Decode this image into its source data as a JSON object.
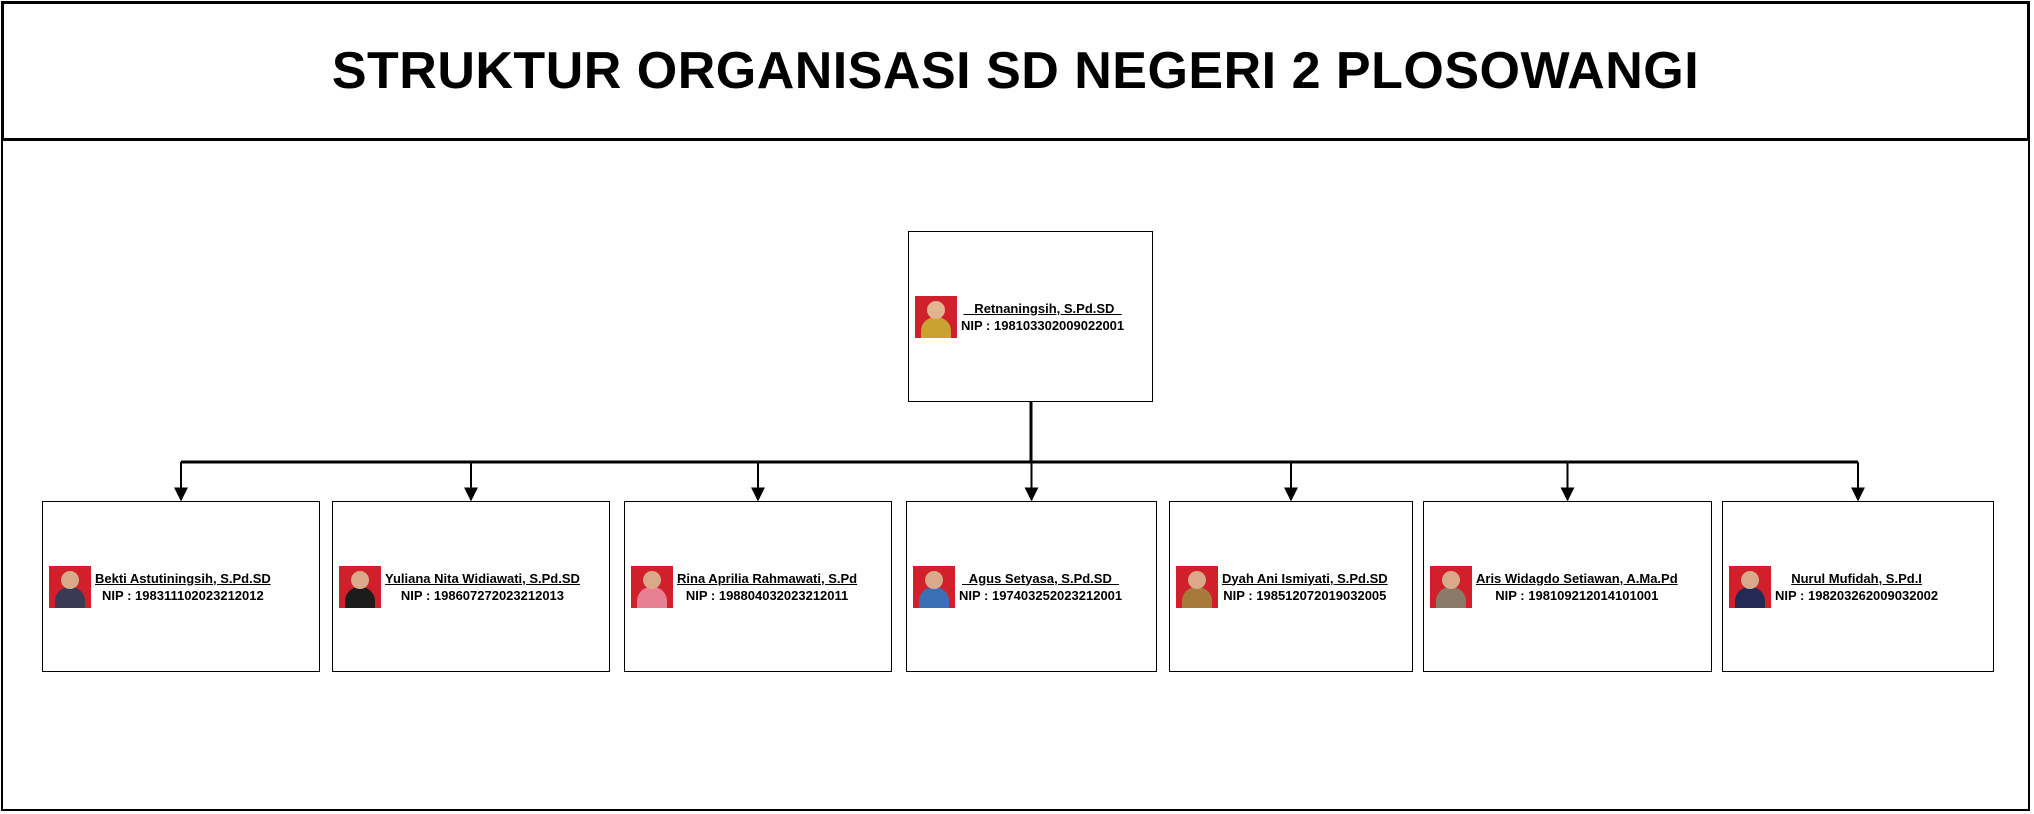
{
  "title": "STRUKTUR ORGANISASI SD NEGERI 2 PLOSOWANGI",
  "colors": {
    "photo_bg": "#d0202c",
    "line": "#000000"
  },
  "head": {
    "name": "   Retnaningsih, S.Pd.SD  ",
    "nip": "NIP : 198103302009022001",
    "photo_icon": "person-photo",
    "attire": "#c9a22f"
  },
  "staff": [
    {
      "name": "Bekti Astutiningsih, S.Pd.SD",
      "nip": "NIP : 198311102023212012",
      "photo_icon": "person-photo",
      "attire": "#3a3a55"
    },
    {
      "name": "Yuliana Nita Widiawati, S.Pd.SD",
      "nip": "NIP : 198607272023212013",
      "photo_icon": "person-photo",
      "attire": "#1c1c1c"
    },
    {
      "name": "Rina Aprilia Rahmawati, S.Pd",
      "nip": "NIP : 198804032023212011",
      "photo_icon": "person-photo",
      "attire": "#e87f93"
    },
    {
      "name": "  Agus Setyasa, S.Pd.SD  ",
      "nip": "NIP : 197403252023212001",
      "photo_icon": "person-photo",
      "attire": "#3b6fb6"
    },
    {
      "name": "Dyah Ani Ismiyati, S.Pd.SD",
      "nip": "NIP : 198512072019032005",
      "photo_icon": "person-photo",
      "attire": "#a57a3a"
    },
    {
      "name": "Aris Widagdo Setiawan, A.Ma.Pd",
      "nip": "NIP : 198109212014101001",
      "photo_icon": "person-photo",
      "attire": "#8a7a6a"
    },
    {
      "name": "Nurul Mufidah, S.Pd.I",
      "nip": "NIP : 198203262009032002",
      "photo_icon": "person-photo",
      "attire": "#222a55"
    }
  ]
}
